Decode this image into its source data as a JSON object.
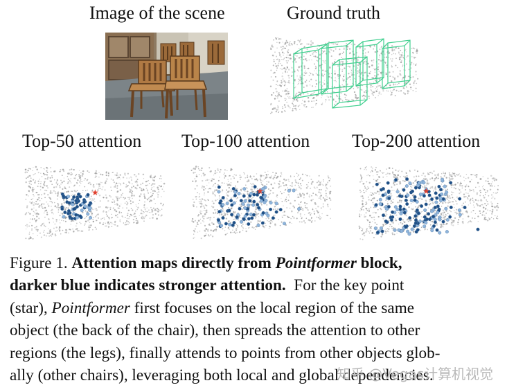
{
  "titles": {
    "scene": "Image of the scene",
    "gt": "Ground truth",
    "top50": "Top-50 attention",
    "top100": "Top-100 attention",
    "top200": "Top-200 attention"
  },
  "caption": {
    "fig_label": "Figure 1.",
    "bold_1": "Attention maps directly from",
    "bold_italic_name": "Pointformer",
    "bold_2": "block,",
    "bold_3": "darker blue indicates stronger attention.",
    "text_1": "For the key point",
    "text_2": "(star),",
    "italic_name": "Pointformer",
    "text_3": "first focuses on the local region of the same",
    "text_4": "object (the back of the chair), then spreads the attention to other",
    "text_5": "regions (the legs), finally attends to points from other objects glob-",
    "text_6": "ally (other chairs), leveraging both local and global dependencies."
  },
  "watermark": "知乎 @Vegas计算机视觉",
  "colors": {
    "point_gray": "#9a9a9a",
    "box_green": "#3fcf8e",
    "attention_dark": "#1e4f86",
    "attention_light": "#8fb5dc",
    "key_point_star": "#e0402e"
  }
}
